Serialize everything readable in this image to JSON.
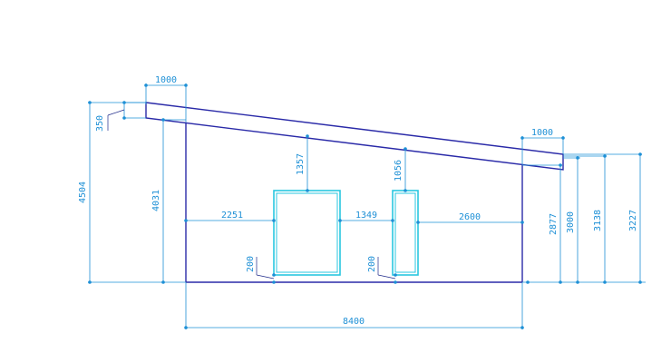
{
  "colors": {
    "outline": "#2a2aa8",
    "window": "#29c7e0",
    "dimension": "#1e90d6",
    "background": "#ffffff"
  },
  "dimensions": {
    "roof_overhang_left": "1000",
    "roof_overhang_right": "1000",
    "roof_thickness": "350",
    "total_height_left": "4504",
    "wall_height_left": "4031",
    "window1_to_roof": "1357",
    "window2_to_roof": "1056",
    "left_to_window1": "2251",
    "window1_to_window2": "1349",
    "window2_to_right": "2600",
    "window1_sill": "200",
    "window2_sill": "200",
    "wall_height_right": "2877",
    "height_right_3000": "3000",
    "height_right_3138": "3138",
    "height_right_3227": "3227",
    "total_length": "8400"
  }
}
